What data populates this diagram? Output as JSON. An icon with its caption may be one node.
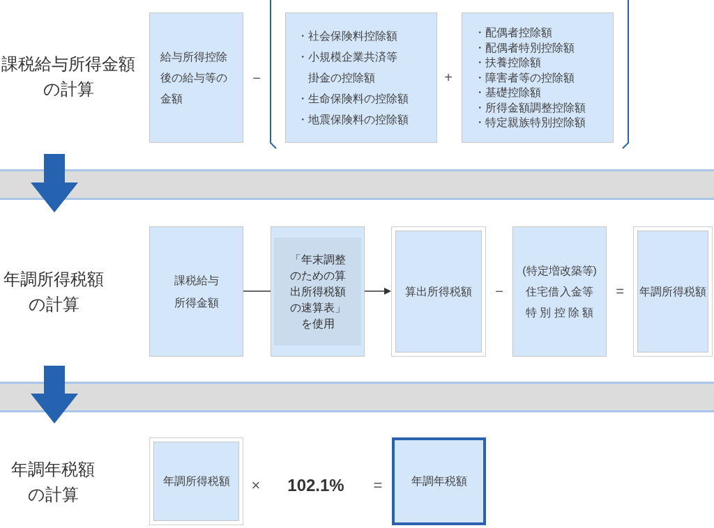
{
  "diagram": {
    "nodes": [
      {
        "text": [
          "課税給与所得金額の計算"
        ]
      },
      {
        "text": [
          "給与所得控除後の給与等の金額"
        ]
      },
      {
        "text": [],
        "shape": "bracket"
      },
      {
        "text": [
          "・社会保険料控除額",
          "・小規模企業共済等掛金の控除額",
          "・生命保険料の控除額",
          "・地震保険料の控除額"
        ],
        "in": 2
      },
      {
        "text": [
          "・配偶者控除額",
          "・配偶者特別控除額",
          "・扶養控除額",
          "・障害者等の控除額",
          "・基礎控除額",
          "・所得金額調整控除額",
          "・特定親族特別控除額"
        ],
        "in": 2
      },
      {
        "text": [
          "年調所得税額の計算"
        ]
      },
      {
        "text": [
          "課税給与所得金額"
        ]
      },
      {
        "text": [
          "「年末調整のための算出所得税額の速算表」を使用"
        ]
      },
      {
        "text": [
          "算出所得税額"
        ]
      },
      {
        "text": [
          "(特定増改築等)",
          "住宅借入金等特別控除額"
        ]
      },
      {
        "text": [
          "年調所得税額"
        ]
      },
      {
        "text": [
          "年調年税額の計算"
        ]
      },
      {
        "text": [
          "年調所得税額"
        ]
      },
      {
        "text": [
          "年調年税額"
        ]
      }
    ],
    "edges": [
      {
        "from": 6,
        "to": 7,
        "arrow": "none"
      },
      {
        "from": 7,
        "to": 8,
        "arrow": "to"
      }
    ],
    "labels": [
      "−",
      "+",
      "−",
      "=",
      "×",
      "102.1%",
      "="
    ]
  }
}
